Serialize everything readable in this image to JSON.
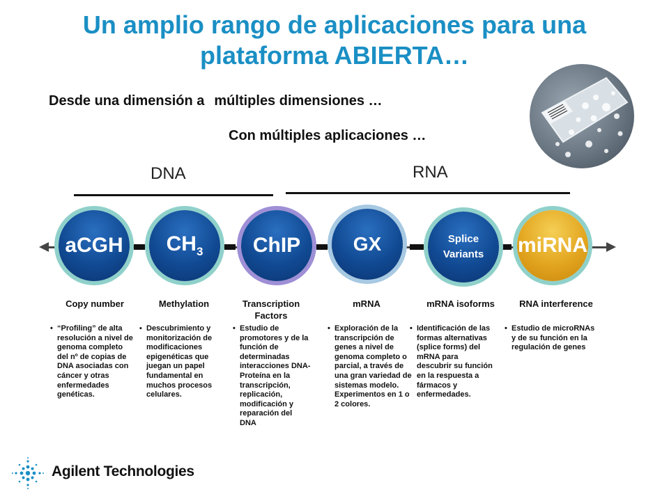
{
  "title": "Un amplio rango de aplicaciones para una plataforma ABIERTA…",
  "subtitle1_a": "Desde una dimensión a",
  "subtitle1_b": "múltiples dimensiones …",
  "subtitle2": "Con múltiples aplicaciones …",
  "groups": {
    "dna": "DNA",
    "rna": "RNA"
  },
  "circles": [
    {
      "label": "aCGH",
      "color": "#114a93"
    },
    {
      "label": "CH",
      "sub": "3",
      "color": "#114a93"
    },
    {
      "label": "ChIP",
      "color": "#114a93"
    },
    {
      "label": "GX",
      "color": "#114a93"
    },
    {
      "line1": "Splice",
      "line2": "Variants",
      "color": "#114a93"
    },
    {
      "label": "miRNA",
      "color": "#e2a51f"
    }
  ],
  "categories": [
    "Copy number",
    "Methylation",
    "Transcription Factors",
    "mRNA",
    "mRNA isoforms",
    "RNA interference"
  ],
  "descriptions": [
    {
      "bullet": "•",
      "text": "“Profiling” de alta resolución a nivel de genoma completo del nº de copias de DNA asociadas con cáncer y otras enfermedades genéticas."
    },
    {
      "bullet": "▪",
      "text": "Descubrimiento y monitorización de modificaciones epigenéticas que juegan un papel fundamental en muchos procesos celulares."
    },
    {
      "bullet": "•",
      "text": "Estudio de promotores y de la función de determinadas interacciones DNA-Proteína en la transcripción, replicación, modificación y reparación del DNA"
    },
    {
      "bullet": "•",
      "text": "Exploración de la transcripción de genes a nivel de genoma completo o parcial, a través de una gran variedad de sistemas modelo. Experimentos en 1 o 2 colores."
    },
    {
      "bullet": "•",
      "text": "Identificación de las formas alternativas (splice forms) del mRNA para descubrir su función en la respuesta a fármacos y enfermedades."
    },
    {
      "bullet": "•",
      "text": "Estudio de microRNAs y de su función en la regulación de genes"
    }
  ],
  "brand": "Agilent Technologies",
  "colors": {
    "title": "#1a8fc4",
    "accent_blue": "#114a93",
    "accent_gold": "#e2a51f"
  },
  "icons": {
    "logo": "agilent-spark-icon",
    "photo": "microarray-slide-photo"
  }
}
